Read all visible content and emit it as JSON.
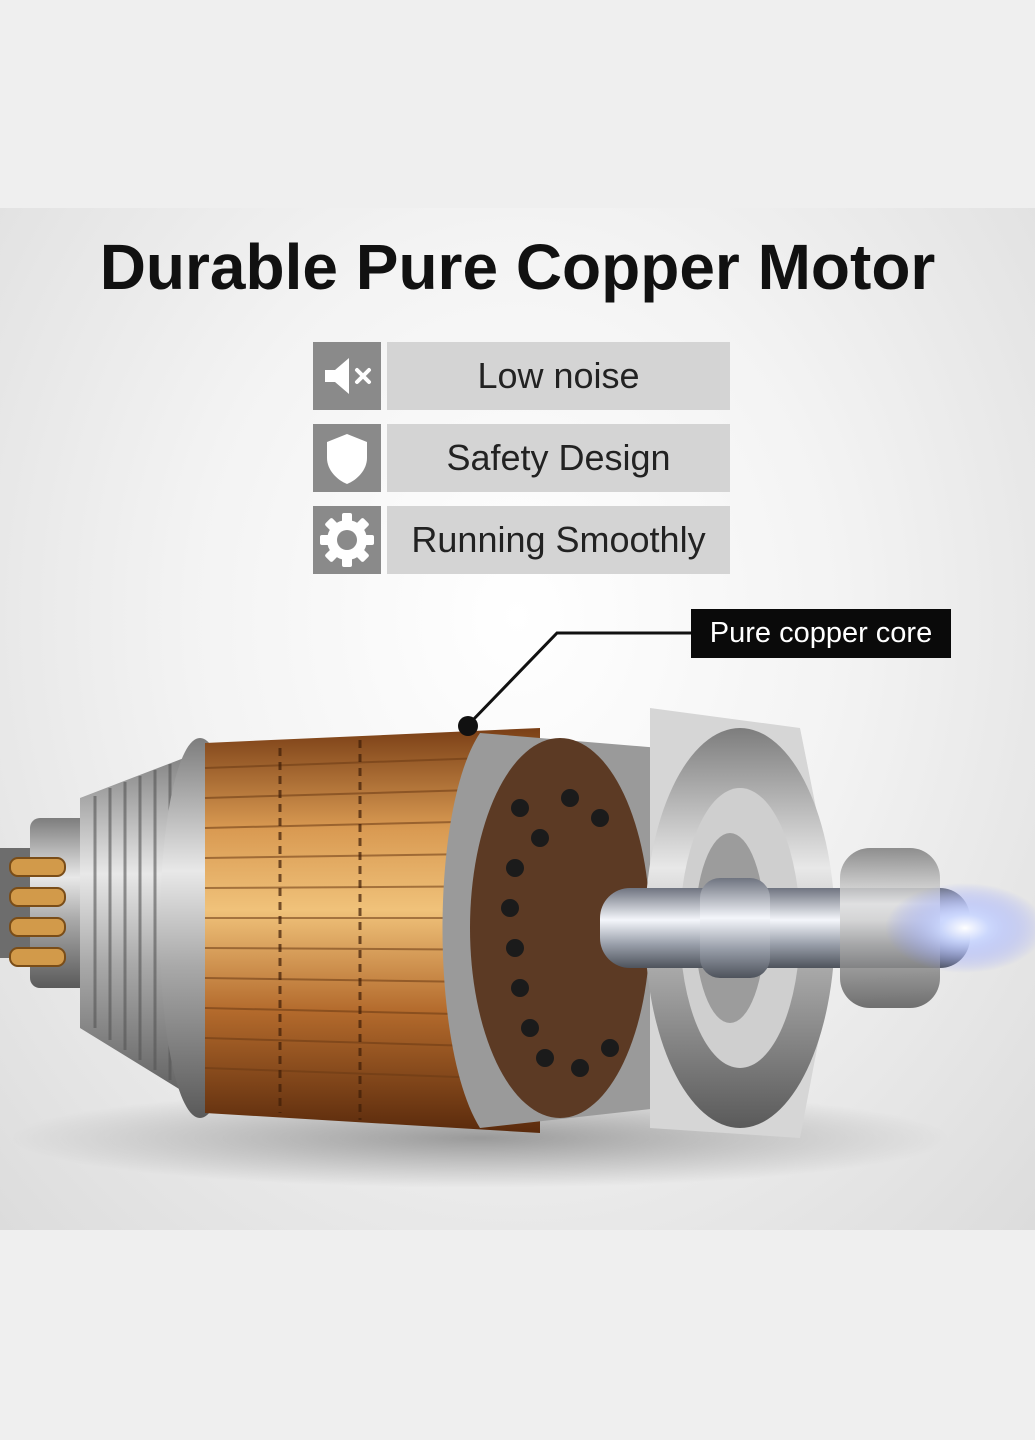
{
  "title": "Durable Pure Copper Motor",
  "features": [
    {
      "label": "Low noise",
      "icon": "muted-speaker-icon"
    },
    {
      "label": "Safety Design",
      "icon": "shield-icon"
    },
    {
      "label": "Running Smoothly",
      "icon": "gear-icon"
    }
  ],
  "callout": "Pure copper core",
  "colors": {
    "icon_box": "#8a8a8a",
    "label_box": "#d4d4d4",
    "callout_bg": "#0a0a0a",
    "copper": "#c27a3a"
  }
}
